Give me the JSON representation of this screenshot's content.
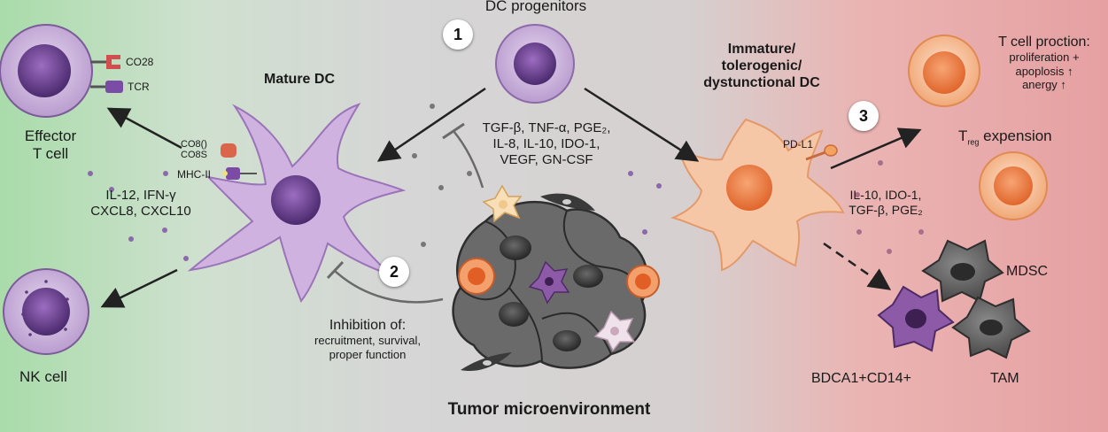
{
  "header": {
    "dc_progenitors": "DC progenitors"
  },
  "steps": [
    "1",
    "2",
    "3"
  ],
  "left": {
    "effector_title_1": "Effector",
    "effector_title_2": "T cell",
    "cd28": "CO28",
    "tcr": "TCR",
    "mature_dc": "Mature DC",
    "cd80_1": "CO8() ",
    "cd80_2": "CO8S",
    "mhc": "MHC-II",
    "cytokines_1": "IL-12, IFN-γ",
    "cytokines_2": "CXCL8, CXCL10",
    "nk_cell": "NK cell"
  },
  "center": {
    "factors_1": "TGF-β, TNF-α, PGE₂,",
    "factors_2": "IL-8, IL-10, IDO-1,",
    "factors_3": "VEGF, GN-CSF",
    "inhibition_title": "Inhibition of:",
    "inhibition_1": "recruitment, survival,",
    "inhibition_2": "proper function",
    "tme_title": "Tumor microenvironment"
  },
  "right": {
    "immature_1": "Immature/",
    "immature_2": "tolerogenic/",
    "immature_3": "dystunctional DC",
    "pdl1": "PD-L1",
    "tcell_title": "T cell proction:",
    "tcell_1": "proliferation +",
    "tcell_2": "apoplosis ↑",
    "tcell_3": "anergy ↑",
    "treg_sub": "reg",
    "treg_rest": " expension",
    "factors_1": "IL-10, IDO-1,",
    "factors_2": "TGF-β, PGE₂",
    "mdsc": "MDSC",
    "bdca": "BDCA1+CD14+",
    "tam": "TAM"
  },
  "colors": {
    "left_bg": "#a9dcaa",
    "center_bg": "#d2d2d2",
    "right_bg": "#e9a3a3",
    "dc_purple": "#a47bbf",
    "tolerogenic_orange": "#f4b48a",
    "tumor_gray": "#5b5b5b"
  }
}
